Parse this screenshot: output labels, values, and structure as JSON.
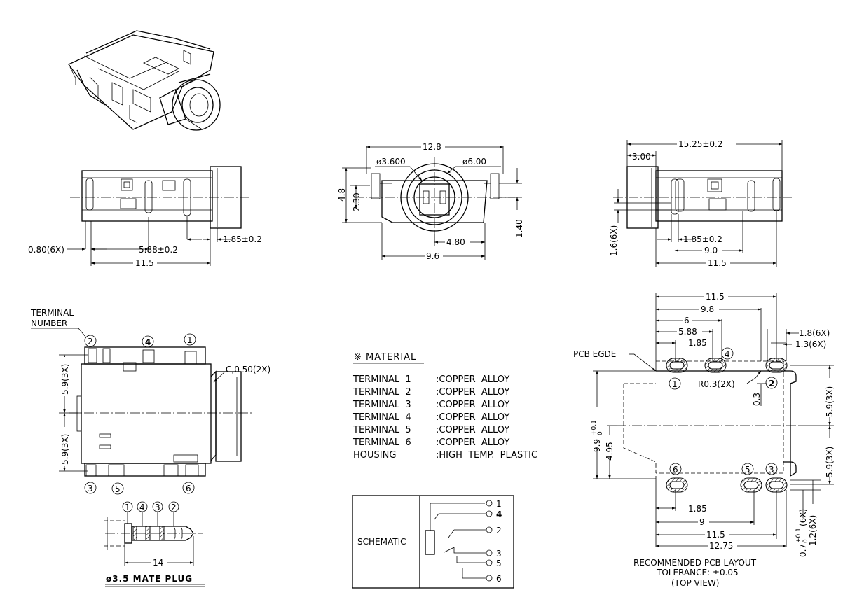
{
  "front_view": {
    "dim_080": "0.80(6X)",
    "dim_588": "5.88±0.2",
    "dim_185": "1.85±0.2",
    "dim_115": "11.5"
  },
  "end_view": {
    "dim_128": "12.8",
    "dim_d3600": "ø3.600",
    "dim_d600": "ø6.00",
    "dim_48": "4.8",
    "dim_230": "2.30",
    "dim_140": "1.40",
    "dim_480": "4.80",
    "dim_96": "9.6"
  },
  "side_view": {
    "dim_1525": "15.25±0.2",
    "dim_300": "3.00",
    "dim_16": "1.6(6X)",
    "dim_185": "1.85±0.2",
    "dim_90": "9.0",
    "dim_115": "11.5"
  },
  "top_view": {
    "terminal_number_1": "TERMINAL",
    "terminal_number_2": "NUMBER",
    "dim_59a": "5.9(3X)",
    "dim_59b": "5.9(3X)",
    "chamfer": "C,0.50(2X)",
    "t1": "1",
    "t2": "2",
    "t3": "3",
    "t4": "4",
    "t5": "5",
    "t6": "6"
  },
  "plug": {
    "p1": "1",
    "p4": "4",
    "p3": "3",
    "p2": "2",
    "dim_14": "14",
    "caption": "ø3.5 MATE PLUG"
  },
  "material": {
    "heading": "※ MATERIAL",
    "rows": [
      {
        "name": "TERMINAL  1",
        "value": ":COPPER  ALLOY"
      },
      {
        "name": "TERMINAL  2",
        "value": ":COPPER  ALLOY"
      },
      {
        "name": "TERMINAL  3",
        "value": ":COPPER  ALLOY"
      },
      {
        "name": "TERMINAL  4",
        "value": ":COPPER  ALLOY"
      },
      {
        "name": "TERMINAL  5",
        "value": ":COPPER  ALLOY"
      },
      {
        "name": "TERMINAL  6",
        "value": ":COPPER  ALLOY"
      },
      {
        "name": "HOUSING",
        "value": ":HIGH  TEMP.  PLASTIC"
      }
    ]
  },
  "schematic": {
    "label": "SCHEMATIC",
    "n1": "1",
    "n4": "4",
    "n2": "2",
    "n3": "3",
    "n5": "5",
    "n6": "6"
  },
  "pcb": {
    "dim_115top": "11.5",
    "dim_98": "9.8",
    "dim_6": "6",
    "dim_588": "5.88",
    "dim_185top": "1.85",
    "dim_18": "1.8(6X)",
    "dim_13": "1.3(6X)",
    "pcb_edge": "PCB  EGDE",
    "r03": "R0.3(2X)",
    "dim_03": "0.3",
    "dim_99": "9.9",
    "dim_99tol_up": "+0.1",
    "dim_99tol_dn": "0",
    "dim_495": "4.95",
    "dim_59a": "5.9(3X)",
    "dim_59b": "5.9(3X)",
    "dim_185bot": "1.85",
    "dim_9": "9",
    "dim_115bot": "11.5",
    "dim_1275": "12.75",
    "dim_07": "0.7",
    "dim_07tol_up": "+0.1",
    "dim_07tol_dn": "0",
    "dim_07suffix": "(6X)",
    "dim_12": "1.2(6X)",
    "t1": "1",
    "t2": "2",
    "t3": "3",
    "t4": "4",
    "t5": "5",
    "t6": "6",
    "caption1": "RECOMMENDED  PCB  LAYOUT",
    "caption2": "TOLERANCE: ±0.05",
    "caption3": "(TOP  VIEW)"
  }
}
